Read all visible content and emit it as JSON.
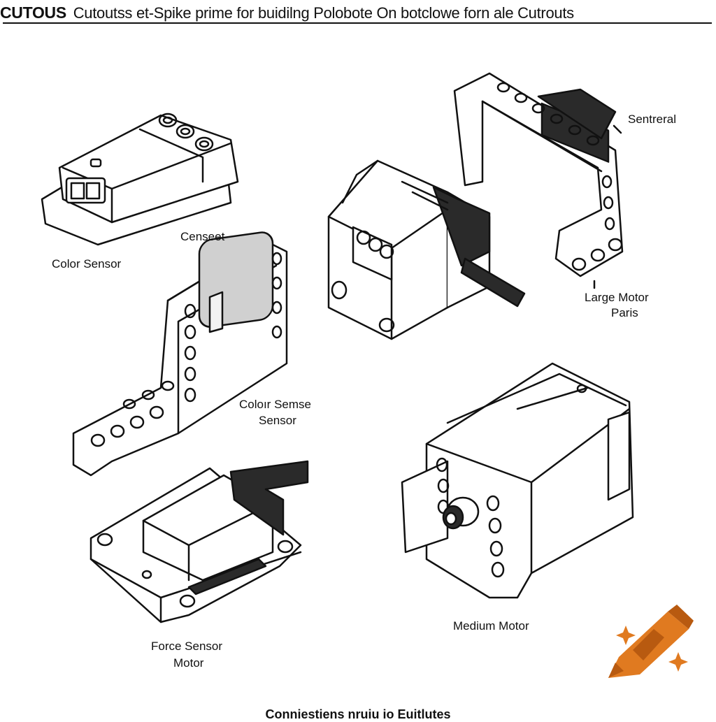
{
  "title": {
    "lead": "CUTOUS",
    "rest": "Cutoutss et-Spike prime for buidilng Polobote  On botclowe forn ale Cutrouts"
  },
  "labels": {
    "color_sensor": "Color Sensor",
    "censeet": "Censeet",
    "sentreral": "Sentreral",
    "large_motor_line1": "Large Motor",
    "large_motor_line2": "Paris",
    "color_sense_line1": "Coloır Semse",
    "color_sense_line2": "Sensor",
    "force_sensor_line1": "Force Sensor",
    "force_sensor_line2": "Motor",
    "medium_motor": "Medium Motor"
  },
  "footer": "Conniestiens nruiu io Euitlutes",
  "colors": {
    "ink": "#111111",
    "dark_part": "#2a2a2a",
    "gray_part": "#c8c8c8",
    "crayon": "#e07a20",
    "crayon_dark": "#b85a10"
  },
  "icons": [
    "crayon-icon",
    "sparkle-icon"
  ]
}
